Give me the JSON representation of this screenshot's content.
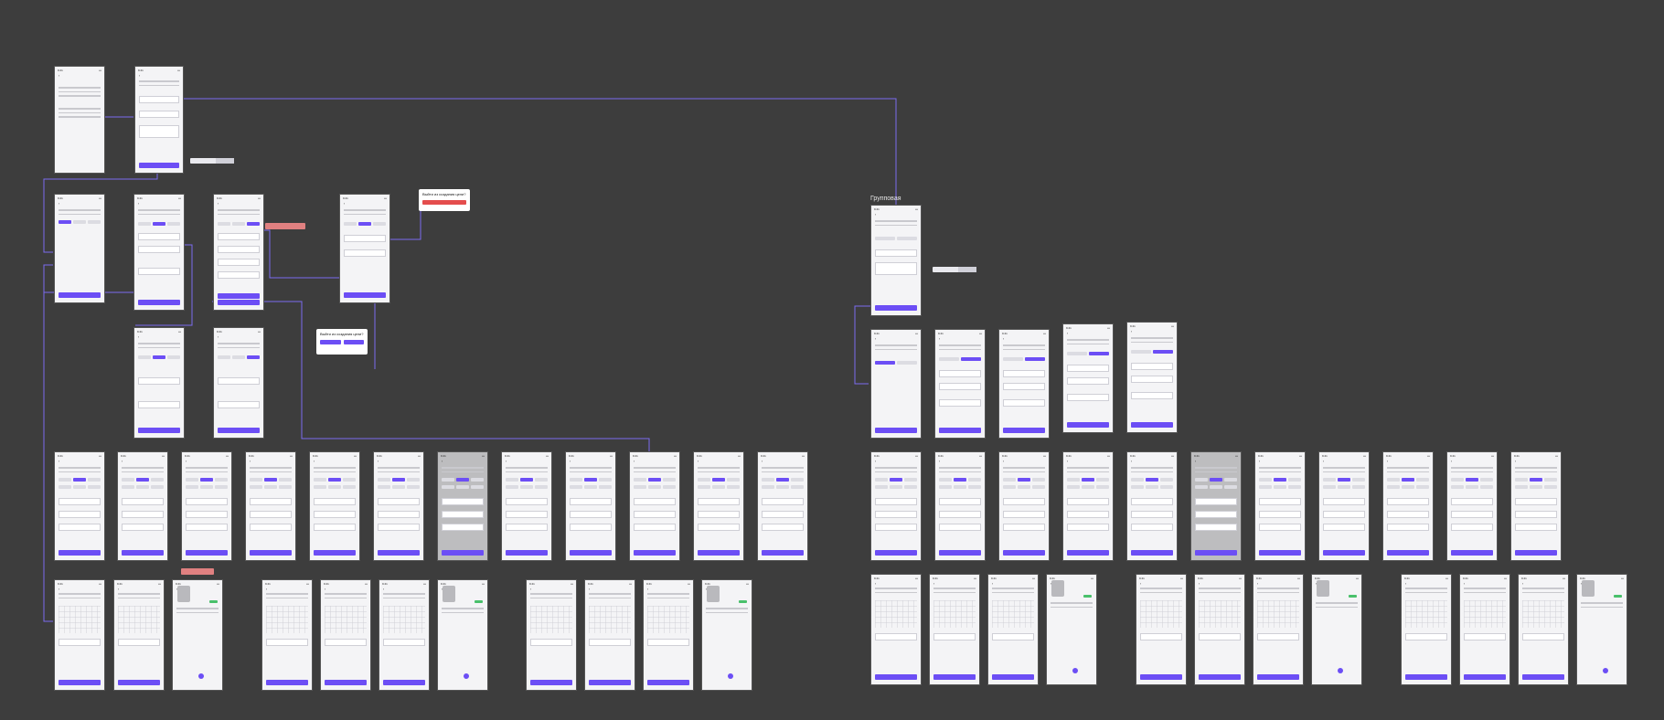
{
  "canvas": {
    "background": "#3d3d3d",
    "accent": "#6c4ef5",
    "wire_color": "#7b6cf0"
  },
  "section_label": "Групповая",
  "dialogs": [
    {
      "id": "delete-dialog",
      "title": "Выйти из создания цели?",
      "action": "delete"
    },
    {
      "id": "exit-dialog",
      "title": "Выйти из создания цели?",
      "action": "confirm"
    }
  ],
  "frame_screen_label": "Финансовая цель",
  "frame_goal_title": "Персональная Детям"
}
